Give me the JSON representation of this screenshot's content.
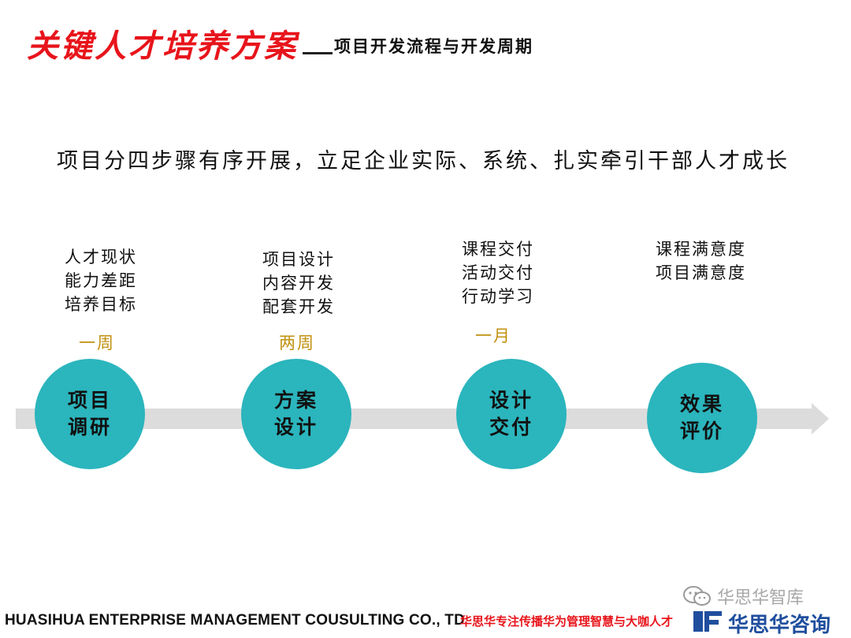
{
  "title": {
    "main": "关键人才培养方案",
    "sub": "项目开发流程与开发周期"
  },
  "subtitle": "项目分四步骤有序开展，立足企业实际、系统、扎实牵引干部人才成长",
  "steps": [
    {
      "notes": [
        "人才现状",
        "能力差距",
        "培养目标"
      ],
      "duration": "一周",
      "label": "项目调研"
    },
    {
      "notes": [
        "项目设计",
        "内容开发",
        "配套开发"
      ],
      "duration": "两周",
      "label": "方案设计"
    },
    {
      "notes": [
        "课程交付",
        "活动交付",
        "行动学习"
      ],
      "duration": "一月",
      "label": "设计交付"
    },
    {
      "notes": [
        "课程满意度",
        "项目满意度"
      ],
      "duration": "",
      "label": "效果评价"
    }
  ],
  "footer": {
    "company_en": "HUASIHUA ENTERPRISE MANAGEMENT COUSULTING CO., TD",
    "slogan_cn": "华思华专注传播华为管理智慧与大咖人才",
    "logo_text": "华思华咨询",
    "watermark": "华思华智库"
  },
  "colors": {
    "title_red": "#e8141b",
    "circle_teal": "#2bb5bd",
    "duration_gold": "#c0900f",
    "arrow_gray": "#dcdcdc",
    "logo_blue": "#1f4e9e"
  },
  "icons": [
    "wechat-icon",
    "huasihua-logo-icon"
  ]
}
